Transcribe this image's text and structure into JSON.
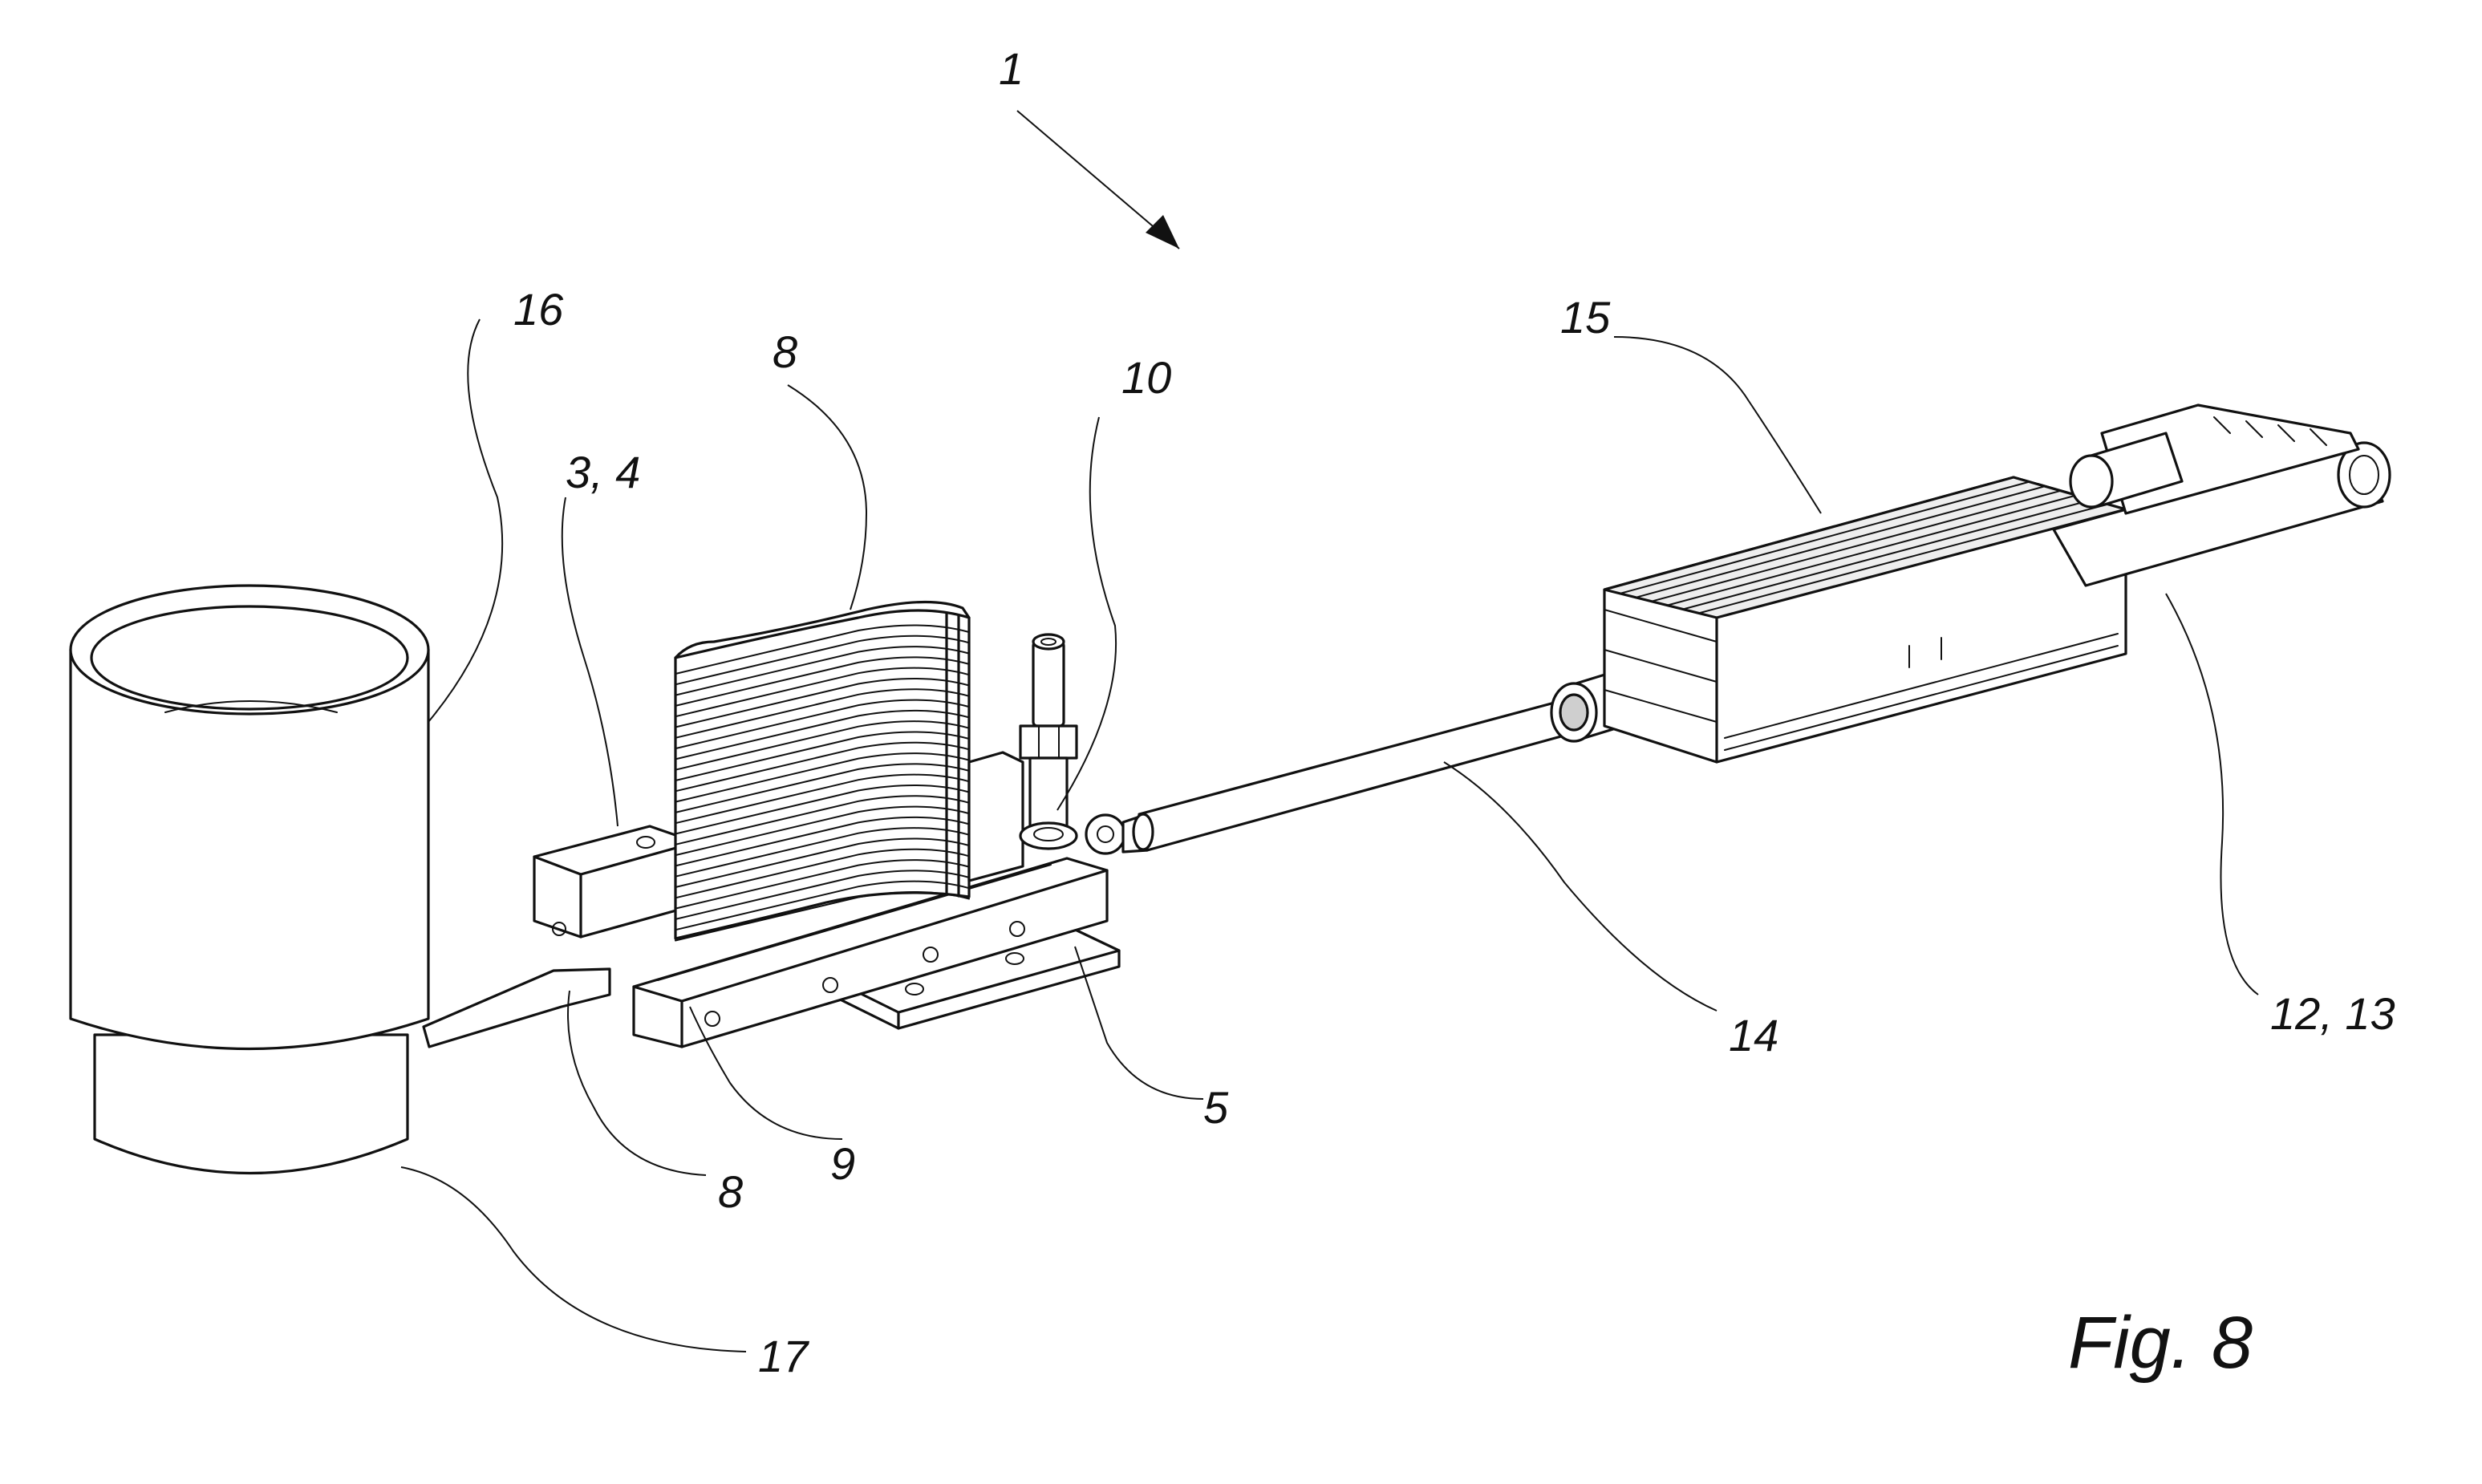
{
  "figure": {
    "caption": "Fig. 8",
    "labels": [
      {
        "id": "1",
        "text": "1"
      },
      {
        "id": "16",
        "text": "16"
      },
      {
        "id": "8-top",
        "text": "8"
      },
      {
        "id": "10",
        "text": "10"
      },
      {
        "id": "3-4",
        "text": "3, 4"
      },
      {
        "id": "15",
        "text": "15"
      },
      {
        "id": "14",
        "text": "14"
      },
      {
        "id": "12-13",
        "text": "12, 13"
      },
      {
        "id": "5",
        "text": "5"
      },
      {
        "id": "9",
        "text": "9"
      },
      {
        "id": "8-bottom",
        "text": "8"
      },
      {
        "id": "17",
        "text": "17"
      }
    ]
  }
}
